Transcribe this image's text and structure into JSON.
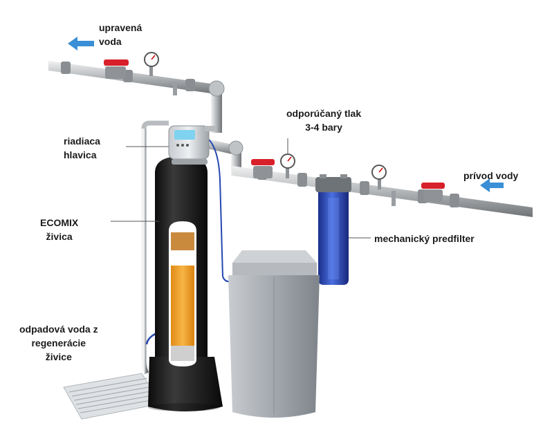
{
  "labels": {
    "treated_water_line1": "upravená",
    "treated_water_line2": "voda",
    "control_head_line1": "riadiaca",
    "control_head_line2": "hlavica",
    "resin_line1": "ECOMIX",
    "resin_line2": "živica",
    "waste_line1": "odpadová voda z",
    "waste_line2": "regenerácie",
    "waste_line3": "živice",
    "pressure_line1": "odporúčaný tlak",
    "pressure_line2": "3-4 bary",
    "water_inlet": "prívod vody",
    "prefilter": "mechanický predfilter"
  },
  "colors": {
    "flow_arrow": "#3a8fd6",
    "valve_handle": "#d8202a",
    "tank": "#1c1c1c",
    "resin": "#f0a02a",
    "prefilter_housing": "#2a4fbf",
    "brine_tank": "#9aa0a6"
  }
}
